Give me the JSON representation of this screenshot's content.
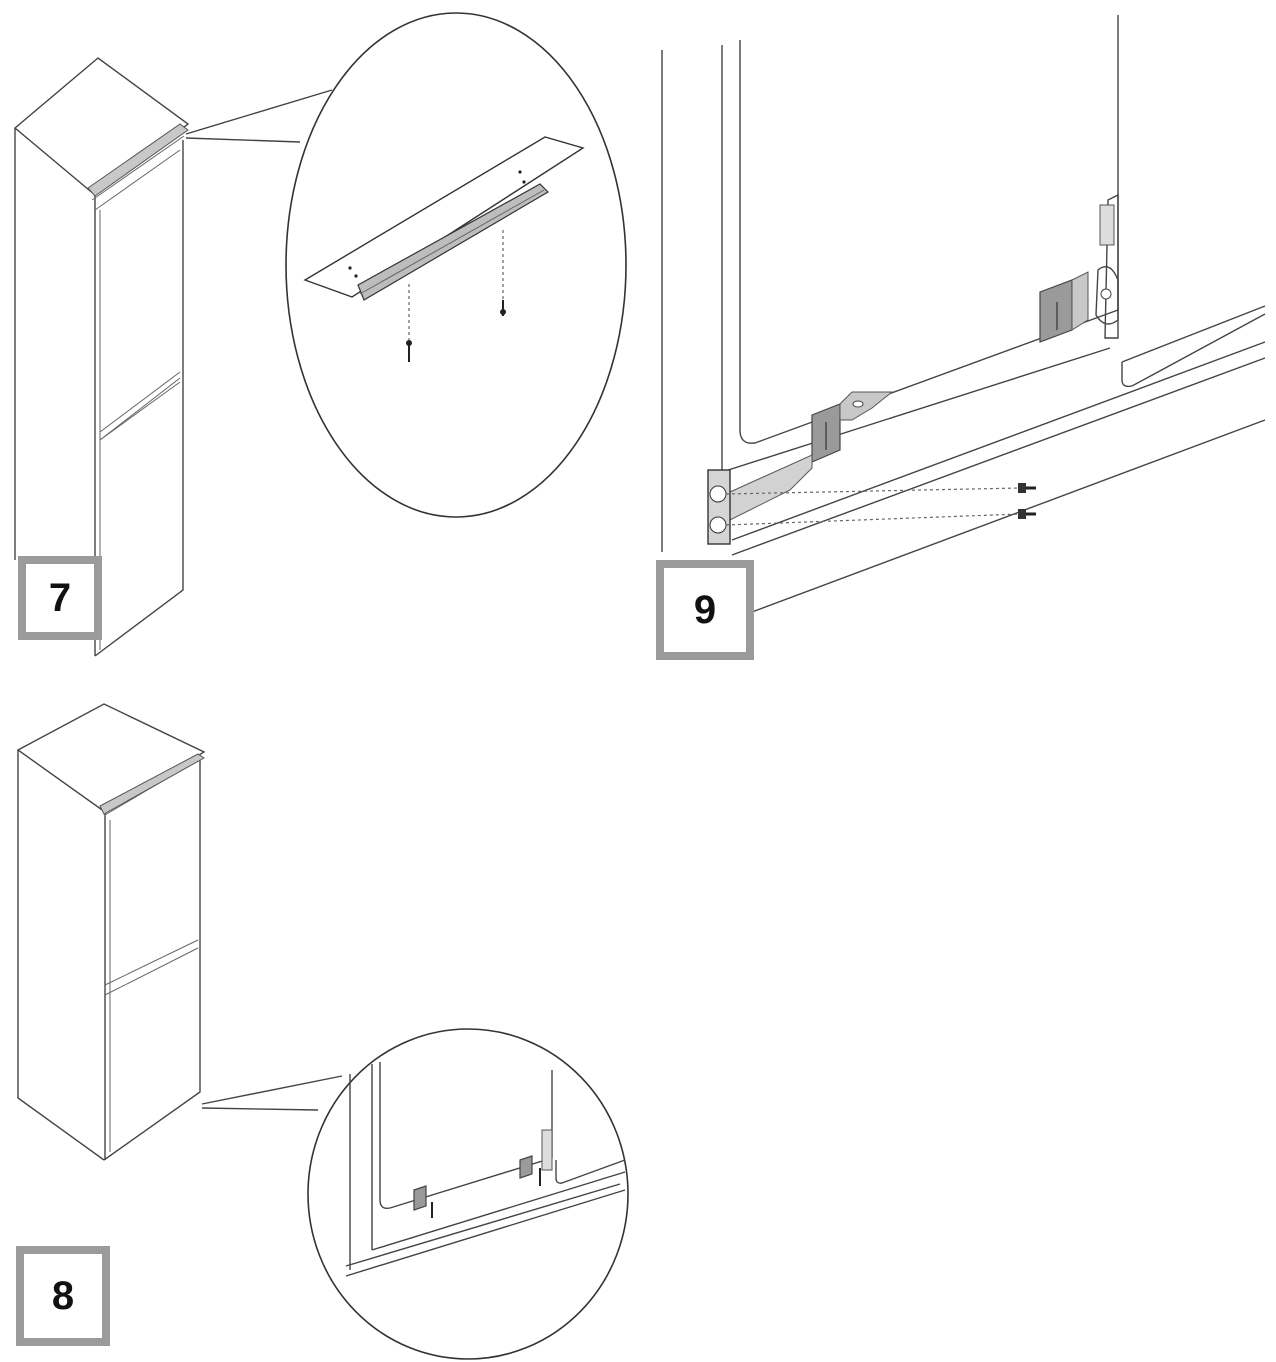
{
  "steps": [
    {
      "number": "7"
    },
    {
      "number": "9"
    },
    {
      "number": "8"
    }
  ],
  "colors": {
    "line": "#444444",
    "step_border": "#9b9b9b",
    "bracket": "#9a9a9a"
  }
}
